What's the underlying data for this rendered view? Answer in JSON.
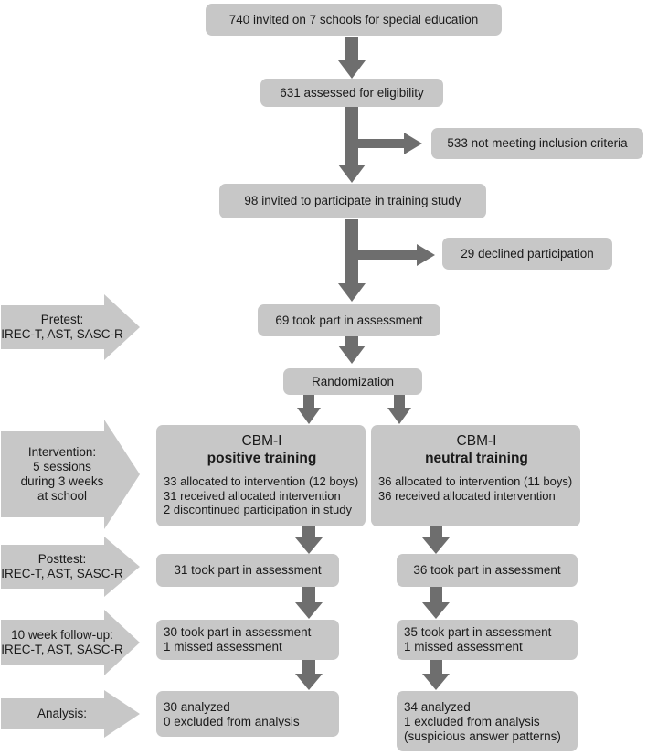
{
  "flow": {
    "invited": "740 invited on 7 schools for special education",
    "assessed": "631 assessed for eligibility",
    "not_meeting": "533 not meeting inclusion criteria",
    "invited_training": "98 invited to participate in training study",
    "declined": "29 declined participation",
    "took_part": "69 took part in assessment",
    "randomization": "Randomization"
  },
  "phases": {
    "pretest": [
      "Pretest:",
      "IREC-T, AST, SASC-R"
    ],
    "intervention": [
      "Intervention:",
      "5 sessions",
      "during 3 weeks",
      "at school"
    ],
    "posttest": [
      "Posttest:",
      "IREC-T, AST, SASC-R"
    ],
    "followup": [
      "10 week follow-up:",
      "IREC-T, AST, SASC-R"
    ],
    "analysis": [
      "Analysis:"
    ]
  },
  "positive": {
    "title": "CBM-I",
    "subtitle": "positive training",
    "details": [
      "33 allocated to intervention (12 boys)",
      "31 received allocated intervention",
      "2 discontinued participation in study"
    ],
    "posttest": "31 took part in assessment",
    "followup": [
      "30 took part in assessment",
      "1 missed assessment"
    ],
    "analysis": [
      "30 analyzed",
      "0 excluded from analysis"
    ]
  },
  "neutral": {
    "title": "CBM-I",
    "subtitle": "neutral training",
    "details": [
      "36 allocated to intervention (11 boys)",
      "36 received allocated intervention"
    ],
    "posttest": "36 took part in assessment",
    "followup": [
      "35 took part in assessment",
      "1 missed assessment"
    ],
    "analysis": [
      "34 analyzed",
      "1 excluded from analysis",
      "(suspicious answer patterns)"
    ]
  },
  "colors": {
    "box_fill": "#c7c7c7",
    "arrow": "#6e6e6e",
    "side_arrow_fill": "#c7c7c7"
  }
}
